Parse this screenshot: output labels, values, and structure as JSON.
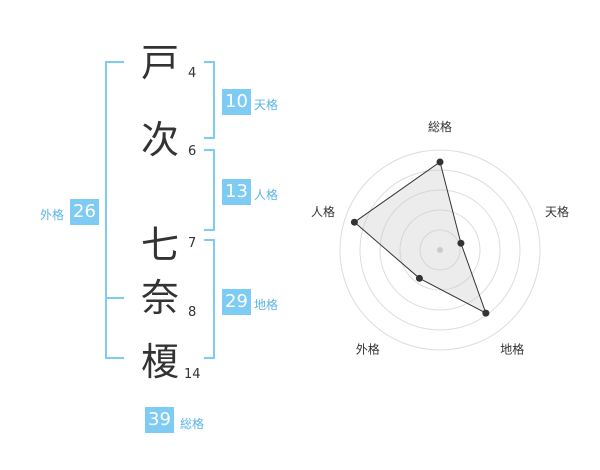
{
  "name": {
    "chars": [
      "戸",
      "次",
      "七",
      "奈",
      "榎"
    ],
    "strokes": [
      "4",
      "6",
      "7",
      "8",
      "14"
    ]
  },
  "fortunes": {
    "tenkaku": {
      "value": "10",
      "label": "天格"
    },
    "jinkaku": {
      "value": "13",
      "label": "人格"
    },
    "chikaku": {
      "value": "29",
      "label": "地格"
    },
    "gaikaku": {
      "value": "26",
      "label": "外格"
    },
    "soukaku": {
      "value": "39",
      "label": "総格"
    }
  },
  "colors": {
    "accent": "#7ecbf3",
    "label": "#5ab4e8",
    "text": "#333333"
  },
  "chart_data": {
    "type": "radar",
    "axes": [
      "総格",
      "天格",
      "地格",
      "外格",
      "人格"
    ],
    "values": [
      0.88,
      0.22,
      0.78,
      0.35,
      0.9
    ],
    "rings": 5,
    "range": [
      0,
      1
    ]
  }
}
